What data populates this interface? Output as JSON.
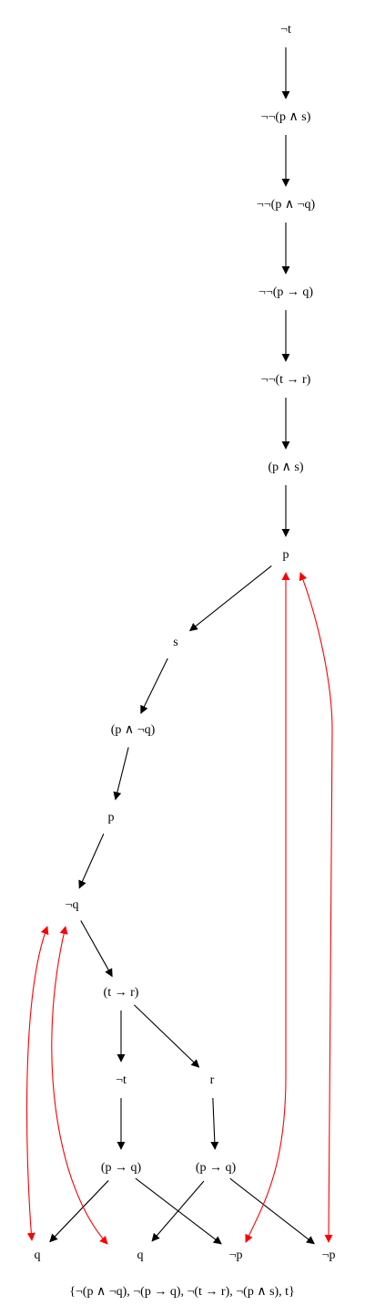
{
  "colors": {
    "tree_edge": "#000000",
    "closure_edge": "#ff0000",
    "text": "#000000",
    "background": "#ffffff"
  },
  "nodes": {
    "n0": "¬t",
    "n1": "¬¬(p ∧ s)",
    "n2": "¬¬(p ∧ ¬q)",
    "n3": "¬¬(p → q)",
    "n4": "¬¬(t → r)",
    "n5": "(p ∧ s)",
    "n6": "p",
    "n7": "s",
    "n8": "(p ∧ ¬q)",
    "n9": "p",
    "n10": "¬q",
    "n11": "(t → r)",
    "n12": "¬t",
    "n13": "r",
    "n14": "(p → q)",
    "n15": "(p → q)",
    "n16": "q",
    "n17": "q",
    "n18": "¬p",
    "n19": "¬p"
  },
  "caption": "{¬(p ∧ ¬q), ¬(p → q), ¬(t → r), ¬(p ∧ s), t}",
  "tree_edges": [
    [
      "n0",
      "n1"
    ],
    [
      "n1",
      "n2"
    ],
    [
      "n2",
      "n3"
    ],
    [
      "n3",
      "n4"
    ],
    [
      "n4",
      "n5"
    ],
    [
      "n5",
      "n6"
    ],
    [
      "n6",
      "n7"
    ],
    [
      "n7",
      "n8"
    ],
    [
      "n8",
      "n9"
    ],
    [
      "n9",
      "n10"
    ],
    [
      "n10",
      "n11"
    ],
    [
      "n11",
      "n12"
    ],
    [
      "n11",
      "n13"
    ],
    [
      "n12",
      "n14"
    ],
    [
      "n13",
      "n15"
    ],
    [
      "n14",
      "n16"
    ],
    [
      "n14",
      "n18"
    ],
    [
      "n15",
      "n17"
    ],
    [
      "n15",
      "n19"
    ]
  ],
  "closure_edges": [
    [
      "n10",
      "n16"
    ],
    [
      "n10",
      "n17"
    ],
    [
      "n6",
      "n18"
    ],
    [
      "n6",
      "n19"
    ]
  ]
}
